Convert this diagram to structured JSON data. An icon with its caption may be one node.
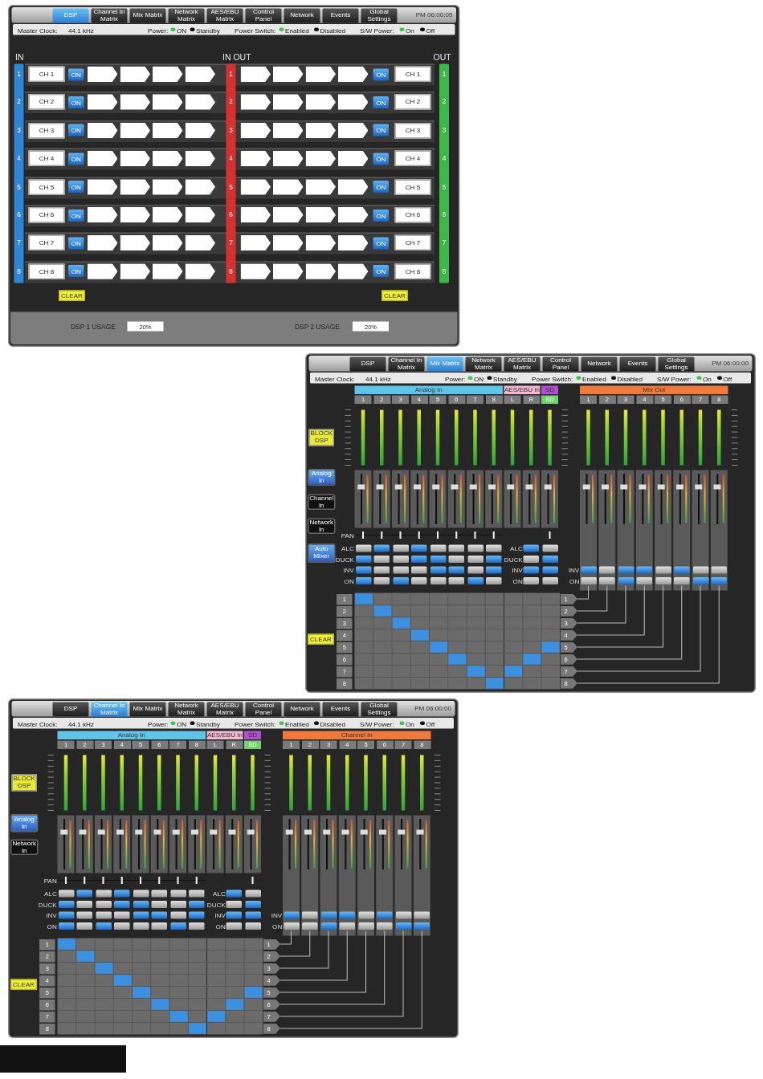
{
  "diagram": {
    "labels": [
      "DSP",
      "Channel In Matrix",
      "Mix Matrix",
      "Network Matrix",
      "AES/EBU Matrix",
      "Control Panel",
      "Network",
      "Events",
      "Global Settings",
      "PM 06:00:05",
      "Master Clock:",
      "44.1 kHz",
      "Power:",
      "ON",
      "Standby",
      "Power Switch:",
      "Enabled",
      "Disabled",
      "S/W Power:",
      "On",
      "Off",
      "IN",
      "IN OUT",
      "OUT",
      "1",
      "CH 1",
      "ON",
      "1",
      "ON",
      "CH 1",
      "1",
      "2",
      "CH 2",
      "ON",
      "2",
      "ON",
      "CH 2",
      "2",
      "3",
      "CH 3",
      "ON",
      "3",
      "ON",
      "CH 3",
      "3",
      "4",
      "CH 4",
      "ON",
      "4",
      "ON",
      "CH 4",
      "4",
      "5",
      "CH 5",
      "ON",
      "5",
      "ON",
      "CH 5",
      "5",
      "6",
      "CH 6",
      "ON",
      "6",
      "ON",
      "CH 6",
      "6",
      "7",
      "CH 7",
      "ON",
      "7",
      "ON",
      "CH 7",
      "7",
      "8",
      "CH 8",
      "ON",
      "8",
      "ON",
      "CH 8",
      "8",
      "CLEAR",
      "CLEAR",
      "DSP 1 USAGE",
      "20%",
      "DSP 2 USAGE",
      "20%",
      "DSP",
      "Channel In Matrix",
      "Mix Matrix",
      "Network Matrix",
      "AES/EBU Matrix",
      "Control Panel",
      "Network",
      "Events",
      "Global Settings",
      "PM 06:00:00",
      "Master Clock:",
      "44.1 kHz",
      "Power:",
      "ON",
      "Standby",
      "Power Switch:",
      "Enabled",
      "Disabled",
      "S/W Power:",
      "On",
      "Off",
      "Analog In",
      "AES/EBU In",
      "SD",
      "Mix Out",
      "1",
      "2",
      "3",
      "4",
      "5",
      "6",
      "7",
      "8",
      "L",
      "R",
      "SD",
      "1",
      "2",
      "3",
      "4",
      "5",
      "6",
      "7",
      "8",
      "BLOCK DSP",
      "Analog In",
      "Channel In",
      "Network In",
      "Auto Mixer",
      "PAN",
      "ALC",
      "DUCK",
      "INV",
      "ON",
      "ALC",
      "DUCK",
      "INV",
      "ON",
      "INV",
      "ON",
      "1",
      "2",
      "3",
      "4",
      "5",
      "6",
      "7",
      "8",
      "1",
      "2",
      "3",
      "4",
      "5",
      "6",
      "7",
      "8",
      "CLEAR",
      "DSP",
      "Channel In Matrix",
      "Mix Matrix",
      "Network Matrix",
      "AES/EBU Matrix",
      "Control Panel",
      "Network",
      "Events",
      "Global Settings",
      "PM 06:00:00",
      "Master Clock:",
      "44.1 kHz",
      "Power:",
      "ON",
      "Standby",
      "Power Switch:",
      "Enabled",
      "Disabled",
      "S/W Power:",
      "On",
      "Off",
      "Analog In",
      "AES/EBU In",
      "SD",
      "Channel In",
      "1",
      "2",
      "3",
      "4",
      "5",
      "6",
      "7",
      "8",
      "L",
      "R",
      "SD",
      "1",
      "2",
      "3",
      "4",
      "5",
      "6",
      "7",
      "8",
      "BLOCK DSP",
      "Analog In",
      "Network In",
      "PAN",
      "ALC",
      "DUCK",
      "INV",
      "ON",
      "ALC",
      "DUCK",
      "INV",
      "ON",
      "INV",
      "ON",
      "1",
      "2",
      "3",
      "4",
      "5",
      "6",
      "7",
      "8",
      "1",
      "2",
      "3",
      "4",
      "5",
      "6",
      "7",
      "8",
      "CLEAR"
    ]
  }
}
